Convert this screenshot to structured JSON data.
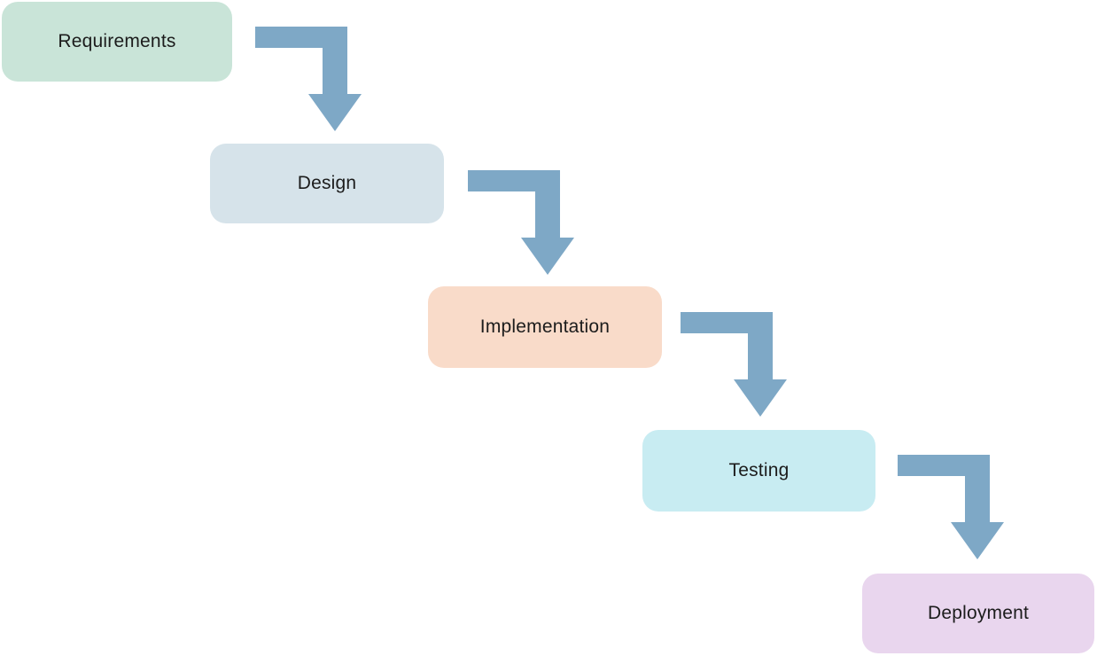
{
  "diagram": {
    "type": "waterfall-process-flow",
    "steps": [
      {
        "label": "Requirements",
        "color": "#c9e4d8"
      },
      {
        "label": "Design",
        "color": "#d6e3ea"
      },
      {
        "label": "Implementation",
        "color": "#f9dbc9"
      },
      {
        "label": "Testing",
        "color": "#c8ecf2"
      },
      {
        "label": "Deployment",
        "color": "#e9d6ee"
      }
    ],
    "arrow_color": "#7ea8c6"
  }
}
